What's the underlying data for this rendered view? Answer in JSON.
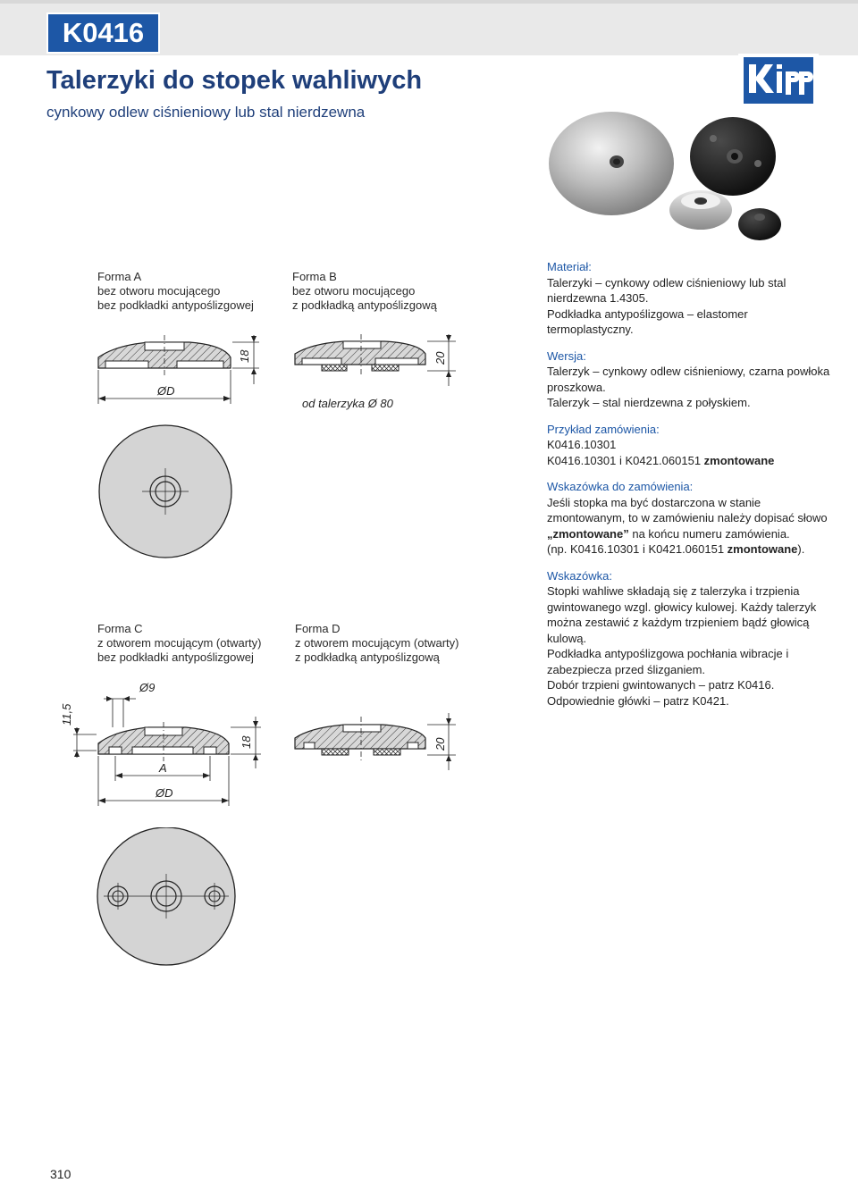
{
  "header": {
    "code": "K0416"
  },
  "title": "Talerzyki do stopek wahliwych",
  "subtitle": "cynkowy odlew ciśnieniowy lub stal nierdzewna",
  "logo_text": "Kipp",
  "forms": {
    "a": {
      "lines": [
        "Forma A",
        "bez otworu mocującego",
        "bez podkładki antypoślizgowej"
      ],
      "height_label": "18",
      "dia_label": "ØD"
    },
    "b": {
      "lines": [
        "Forma B",
        "bez otworu mocującego",
        "z podkładką antypoślizgową"
      ],
      "height_label": "20",
      "note": "od talerzyka Ø 80"
    },
    "c": {
      "lines": [
        "Forma C",
        "z otworem mocującym (otwarty)",
        "bez podkładki antypoślizgowej"
      ],
      "height_label": "18",
      "hole_label": "Ø9",
      "offset_label": "11,5",
      "a_label": "A",
      "dia_label": "ØD"
    },
    "d": {
      "lines": [
        "Forma D",
        "z otworem mocującym (otwarty)",
        "z podkładką antypoślizgową"
      ],
      "height_label": "20"
    }
  },
  "right": {
    "material": {
      "heading": "Materiał:",
      "lines": [
        "Talerzyki – cynkowy odlew ciśnieniowy lub stal",
        "nierdzewna 1.4305.",
        "Podkładka antypoślizgowa – elastomer",
        "termoplastyczny."
      ]
    },
    "version": {
      "heading": "Wersja:",
      "lines": [
        "Talerzyk – cynkowy odlew ciśnieniowy, czarna powłoka",
        "proszkowa.",
        "Talerzyk – stal nierdzewna z połyskiem."
      ]
    },
    "order_example": {
      "heading": "Przykład zamówienia:",
      "line1": "K0416.10301",
      "line2_prefix": "K0416.10301 i K0421.060151 ",
      "line2_bold": "zmontowane"
    },
    "order_hint": {
      "heading": "Wskazówka do zamówienia:",
      "line1": "Jeśli stopka ma być dostarczona w stanie",
      "line2": "zmontowanym, to w zamówieniu należy dopisać słowo",
      "line3_bold": "„zmontowane”",
      "line3_rest": " na końcu numeru zamówienia.",
      "line4_prefix": "(np. K0416.10301 i K0421.060151 ",
      "line4_bold": "zmontowane",
      "line4_suffix": ")."
    },
    "hint": {
      "heading": "Wskazówka:",
      "lines": [
        "Stopki wahliwe składają się z talerzyka i trzpienia",
        "gwintowanego wzgl. głowicy kulowej. Każdy talerzyk",
        "można zestawić z każdym trzpieniem bądź głowicą",
        "kulową.",
        "Podkładka antypoślizgowa pochłania wibracje i",
        "zabezpiecza przed ślizganiem.",
        "Dobór trzpieni gwintowanych – patrz K0416.",
        "Odpowiednie główki – patrz K0421."
      ]
    }
  },
  "page_number": "310",
  "colors": {
    "brand_blue": "#1d57a6",
    "title_blue": "#1f3f7a",
    "drawing_fill": "#d4d4d4"
  }
}
